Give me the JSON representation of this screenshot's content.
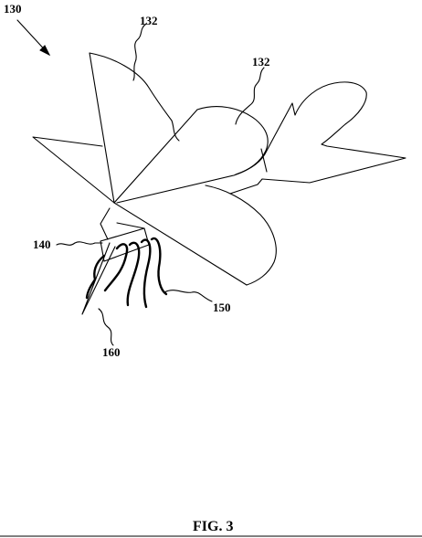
{
  "figure": {
    "caption": "FIG. 3",
    "labels": {
      "device": "130",
      "wing_a": "132",
      "wing_b": "132",
      "body": "140",
      "legs": "150",
      "stinger": "160"
    }
  }
}
